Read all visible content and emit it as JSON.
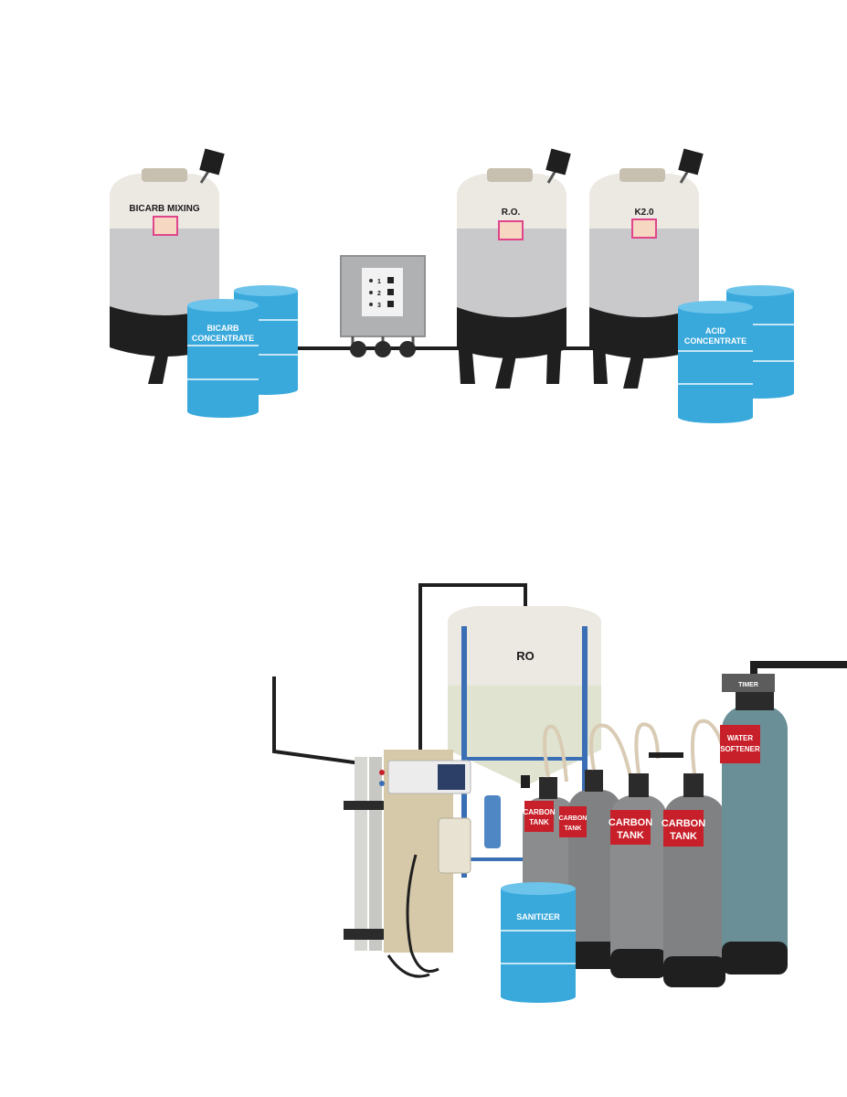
{
  "top_section": {
    "tanks": [
      {
        "label": "BICARB MIXING"
      },
      {
        "label": "R.O."
      },
      {
        "label": "K2.0"
      }
    ],
    "drums": [
      {
        "label_line1": "BICARB",
        "label_line2": "CONCENTRATE"
      },
      {
        "label_line1": "ACID",
        "label_line2": "CONCENTRATE"
      }
    ],
    "control_panel": {
      "rows": [
        "1",
        "2",
        "3"
      ]
    }
  },
  "bottom_section": {
    "ro_tank": {
      "label": "RO"
    },
    "carbon_tanks": [
      {
        "label_line1": "CARBON",
        "label_line2": "TANK"
      },
      {
        "label_line1": "CARBON",
        "label_line2": "TANK"
      },
      {
        "label_line1": "CARBON",
        "label_line2": "TANK"
      },
      {
        "label_line1": "CARBON",
        "label_line2": "TANK"
      }
    ],
    "water_softener": {
      "label_line1": "WATER",
      "label_line2": "SOFTENER",
      "timer_label": "TIMER"
    },
    "sanitizer_drum": {
      "label": "SANITIZER"
    }
  },
  "colors": {
    "tank_top": "#ece8e2",
    "tank_mid": "#c9c9cb",
    "tank_base": "#1f1f1f",
    "drum_blue": "#39a9dc",
    "carbon_gray": "#8a8c8e",
    "softener_teal": "#6a8f97",
    "tag_red": "#c8202a",
    "sticker_pink": "#e0458c"
  }
}
